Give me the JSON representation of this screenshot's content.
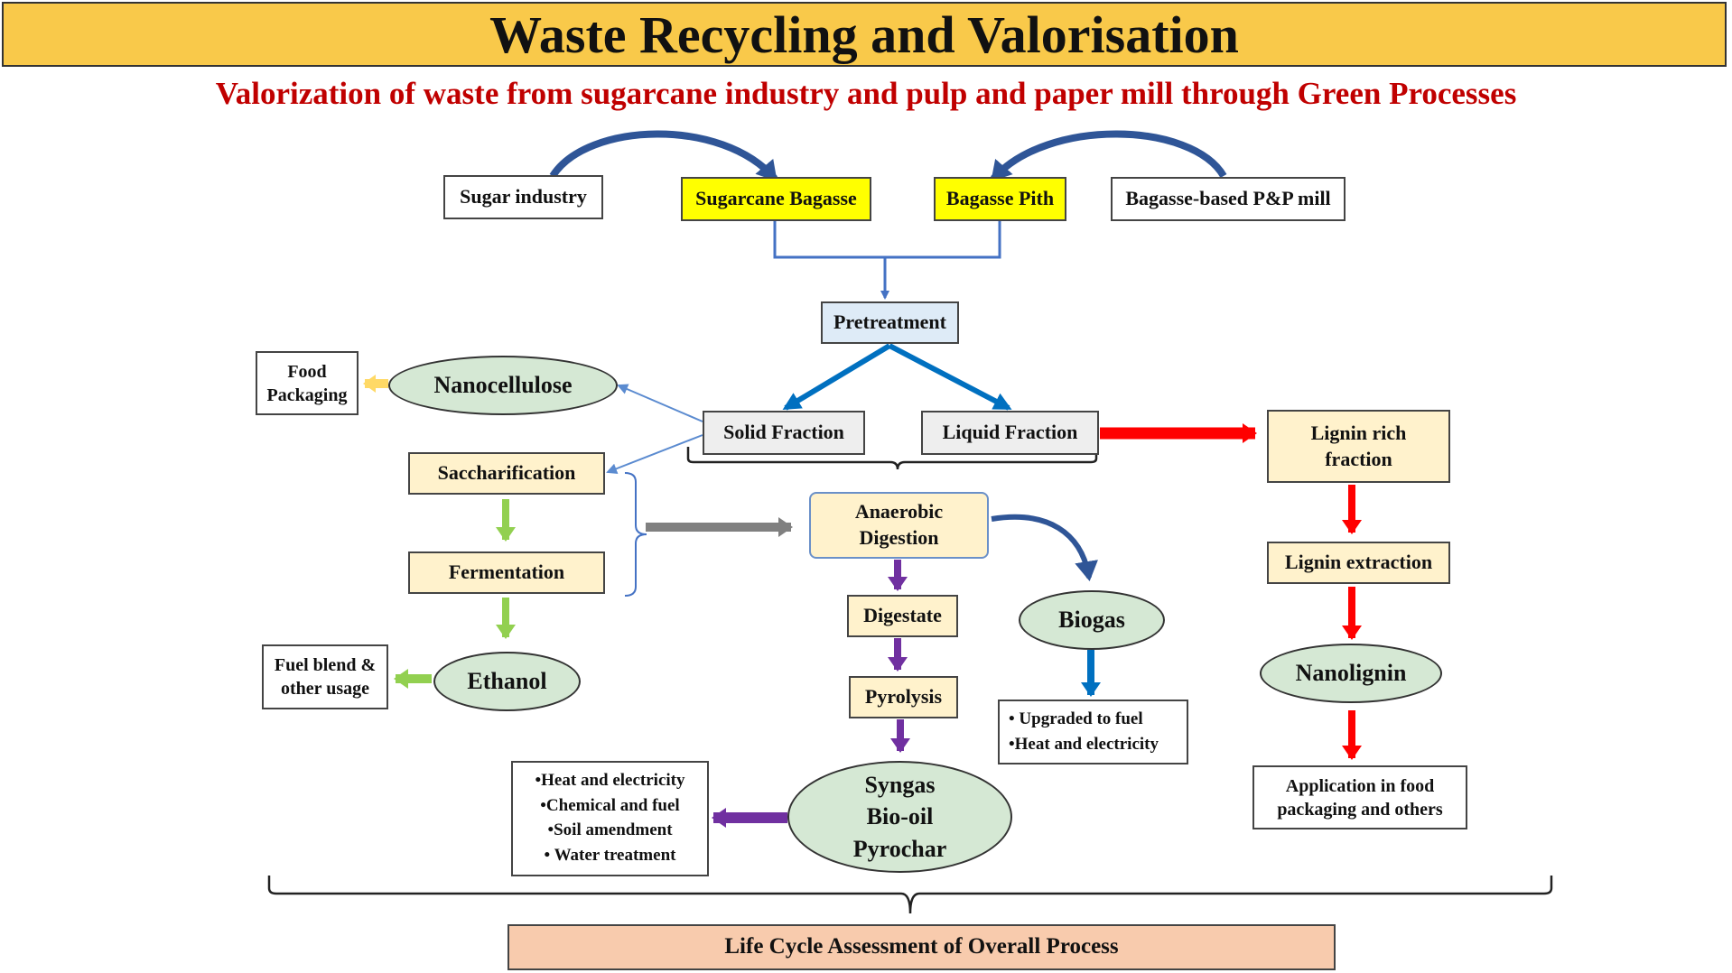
{
  "title": "Waste Recycling and Valorisation",
  "subtitle": "Valorization of waste from sugarcane industry  and pulp and paper mill through Green Processes",
  "nodes": {
    "sugar_industry": "Sugar industry",
    "sugarcane_bagasse": "Sugarcane Bagasse",
    "bagasse_pith": "Bagasse Pith",
    "pp_mill": "Bagasse-based P&P mill",
    "pretreatment": "Pretreatment",
    "solid_fraction": "Solid Fraction",
    "liquid_fraction": "Liquid Fraction",
    "nanocellulose": "Nanocellulose",
    "food_packaging_1": "Food",
    "food_packaging_2": "Packaging",
    "saccharification": "Saccharification",
    "fermentation": "Fermentation",
    "ethanol": "Ethanol",
    "fuel_blend_1": "Fuel blend &",
    "fuel_blend_2": "other usage",
    "anaerobic_1": "Anaerobic",
    "anaerobic_2": "Digestion",
    "digestate": "Digestate",
    "pyrolysis": "Pyrolysis",
    "biogas": "Biogas",
    "syngas": "Syngas",
    "biooil": "Bio-oil",
    "pyrochar": "Pyrochar",
    "lignin_rich_1": "Lignin rich",
    "lignin_rich_2": "fraction",
    "lignin_extraction": "Lignin extraction",
    "nanolignin": "Nanolignin",
    "application_1": "Application in  food",
    "application_2": "packaging and others",
    "lca": "Life Cycle Assessment of Overall Process"
  },
  "lists": {
    "biogas_uses": [
      "• Upgraded to fuel",
      "•Heat and electricity"
    ],
    "pyrolysis_uses": [
      "•Heat and electricity",
      "•Chemical and fuel",
      "•Soil amendment",
      "• Water treatment"
    ]
  },
  "colors": {
    "banner": "#f9c94a",
    "subtitle": "#c00000",
    "yellow_box": "#ffff00",
    "blue_box": "#deebf7",
    "cream_box": "#fff2cc",
    "oval": "#d5e8d4",
    "lca_box": "#f8cbad",
    "arrow_blue": "#0070c0",
    "arrow_red": "#ff0000",
    "arrow_green": "#92d050",
    "arrow_purple": "#7030a0",
    "arrow_grey": "#808080",
    "arrow_orange": "#ffd966",
    "curve_blue": "#2f5597"
  }
}
